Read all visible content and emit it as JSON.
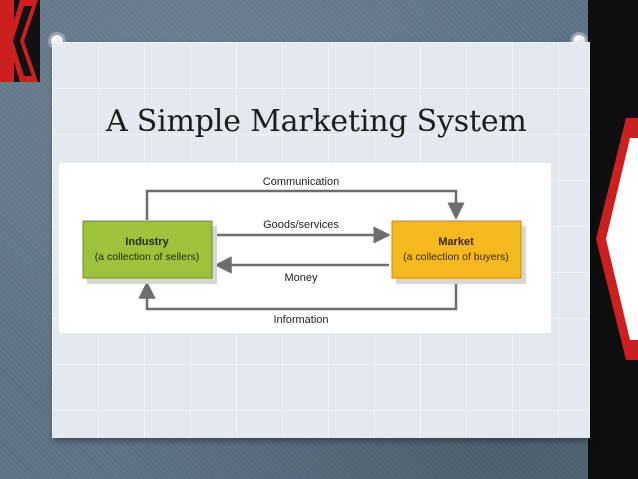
{
  "slide": {
    "title": "A Simple Marketing System"
  },
  "diagram": {
    "nodes": {
      "industry": {
        "title": "Industry",
        "subtitle": "(a collection of sellers)",
        "fill": "#9cc33b"
      },
      "market": {
        "title": "Market",
        "subtitle": "(a collection of buyers)",
        "fill": "#f6b81f"
      }
    },
    "flows": {
      "communication": "Communication",
      "goods_services": "Goods/services",
      "money": "Money",
      "information": "Information"
    }
  },
  "colors": {
    "background": "#5d7386",
    "card": "#e3e9ee",
    "accent_red": "#cc1f1f",
    "arrow": "#6e6e6e"
  }
}
